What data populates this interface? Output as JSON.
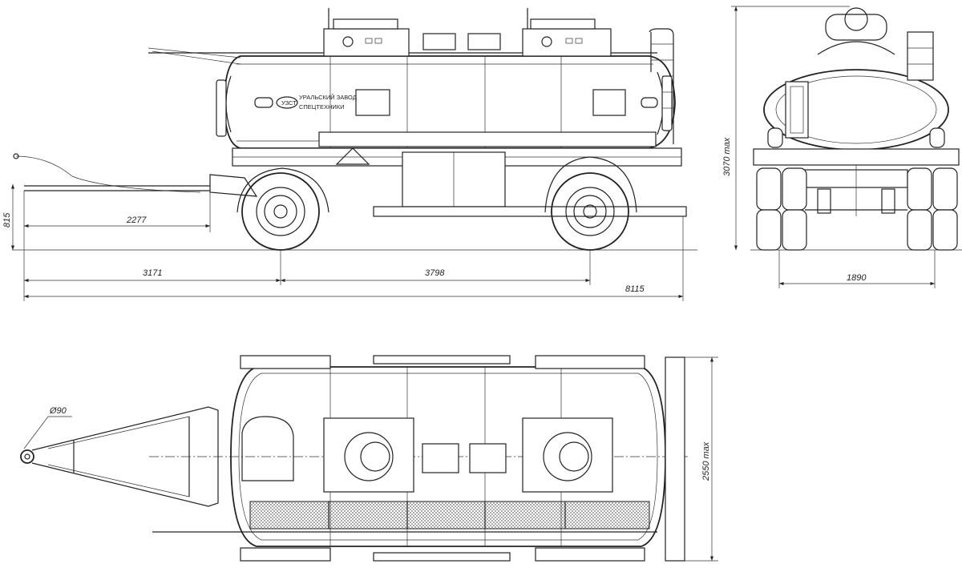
{
  "drawing": {
    "dimensions": {
      "length_overall": "8115",
      "front_overhang": "3171",
      "wheelbase": "3798",
      "drawbar": "2277",
      "coupling_height": "815",
      "height_max": "3070 max",
      "track": "1890",
      "width_max": "2550 max",
      "eye_diameter": "Ø90"
    },
    "logo": {
      "mark": "УЗСТ",
      "line1": "УРАЛЬСКИЙ ЗАВОД",
      "line2": "СПЕЦТЕХНИКИ"
    }
  }
}
